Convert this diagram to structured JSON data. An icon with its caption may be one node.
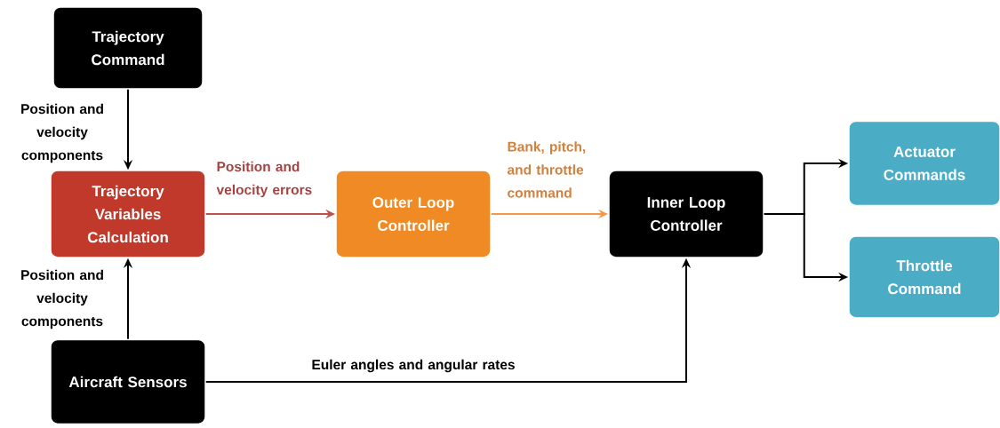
{
  "diagram": {
    "nodes": [
      {
        "text": [
          "Trajectory Command"
        ]
      },
      {
        "text": [
          "Trajectory Variables Calculation"
        ]
      },
      {
        "text": [
          "Outer Loop Controller"
        ]
      },
      {
        "text": [
          "Inner Loop Controller"
        ]
      },
      {
        "text": [
          "Actuator Commands"
        ]
      },
      {
        "text": [
          "Throttle Command"
        ]
      },
      {
        "text": [
          "Aircraft Sensors"
        ]
      }
    ],
    "edges": [
      {
        "from": 0,
        "to": 1,
        "arrow": "to",
        "label": "Position and velocity components"
      },
      {
        "from": 6,
        "to": 1,
        "arrow": "to",
        "label": "Position and velocity components"
      },
      {
        "from": 1,
        "to": 2,
        "arrow": "to",
        "label": "Position and velocity errors",
        "color": "#c0504d"
      },
      {
        "from": 2,
        "to": 3,
        "arrow": "to",
        "label": "Bank, pitch, and throttle command",
        "color": "#f79646"
      },
      {
        "from": 3,
        "to": 4,
        "arrow": "to"
      },
      {
        "from": 3,
        "to": 5,
        "arrow": "to"
      },
      {
        "from": 6,
        "to": 3,
        "arrow": "to",
        "label": "Euler angles and angular rates"
      }
    ]
  }
}
